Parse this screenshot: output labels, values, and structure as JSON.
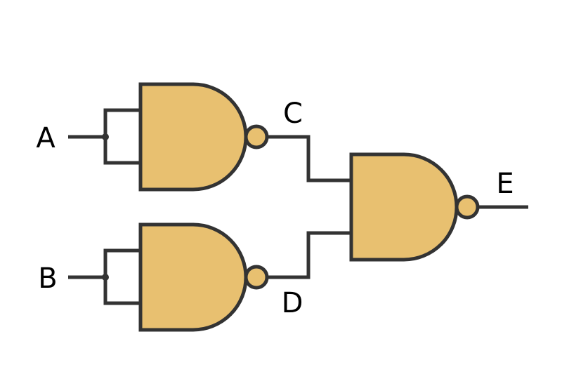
{
  "colors": {
    "gate_fill": "#E8C070",
    "stroke": "#333333",
    "label": "#000000",
    "background": "#FFFFFF"
  },
  "labels": {
    "input_a": "A",
    "input_b": "B",
    "wire_c": "C",
    "wire_d": "D",
    "output_e": "E"
  },
  "gates": [
    {
      "type": "NAND",
      "inputs": [
        "A",
        "A"
      ],
      "output": "C"
    },
    {
      "type": "NAND",
      "inputs": [
        "B",
        "B"
      ],
      "output": "D"
    },
    {
      "type": "NAND",
      "inputs": [
        "C",
        "D"
      ],
      "output": "E"
    }
  ]
}
